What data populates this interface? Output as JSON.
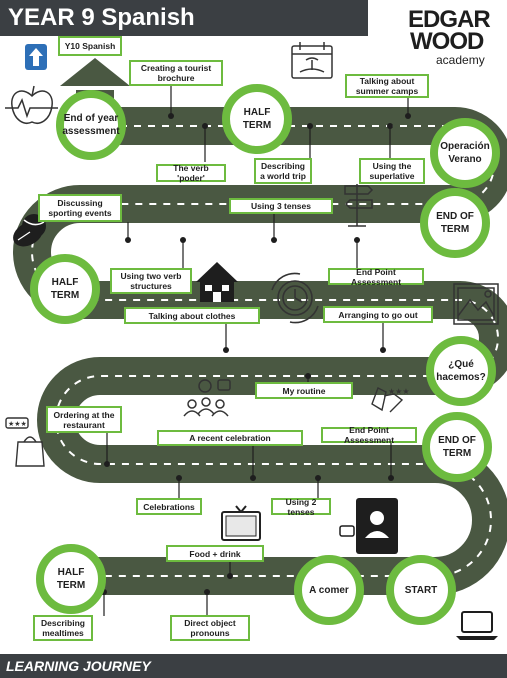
{
  "header": {
    "title": "YEAR 9 Spanish"
  },
  "logo": {
    "line1": "EDGAR",
    "line2": "WOOD",
    "line3": "academy"
  },
  "footer": {
    "label": "LEARNING JOURNEY"
  },
  "colors": {
    "road": "#4a5842",
    "accent": "#6dbb3f",
    "banner": "#3b3f43"
  },
  "milestones": {
    "start": "START",
    "a_comer": "A comer",
    "half_term_bottom": "HALF TERM",
    "end_of_term_lower": "END OF TERM",
    "que_hacemos": "¿Qué hacemos?",
    "end_of_term_upper": "END OF TERM",
    "half_term_middle": "HALF TERM",
    "operacion_verano": "Operación Verano",
    "half_term_top": "HALF TERM",
    "end_of_year": "End of year assessment"
  },
  "topics": {
    "y10": "Y10 Spanish",
    "tourist_brochure": "Creating a tourist brochure",
    "verb_poder": "The verb 'poder'",
    "world_trip": "Describing a world trip",
    "summer_camps": "Talking about summer camps",
    "superlative": "Using the superlative",
    "sporting_events": "Discussing sporting events",
    "three_tenses": "Using 3 tenses",
    "two_verb": "Using two verb structures",
    "end_point_1": "End Point Assessment",
    "clothes": "Talking about clothes",
    "going_out": "Arranging to go out",
    "routine": "My routine",
    "ordering": "Ordering at the restaurant",
    "celebration": "A recent celebration",
    "end_point_2": "End Point Assessment",
    "celebrations": "Celebrations",
    "two_tenses": "Using 2 tenses",
    "food_drink": "Food + drink",
    "mealtimes": "Describing mealtimes",
    "direct_object": "Direct object pronouns"
  },
  "icons": [
    "up-arrow-icon",
    "healthy-apple-icon",
    "beach-calendar-icon",
    "signpost-icon",
    "sports-balls-icon",
    "house-icon",
    "clock-icon",
    "landscape-picture-icon",
    "people-reactions-icon",
    "review-hand-icon",
    "rating-bag-icon",
    "television-icon",
    "video-call-icon",
    "laptop-icon"
  ]
}
